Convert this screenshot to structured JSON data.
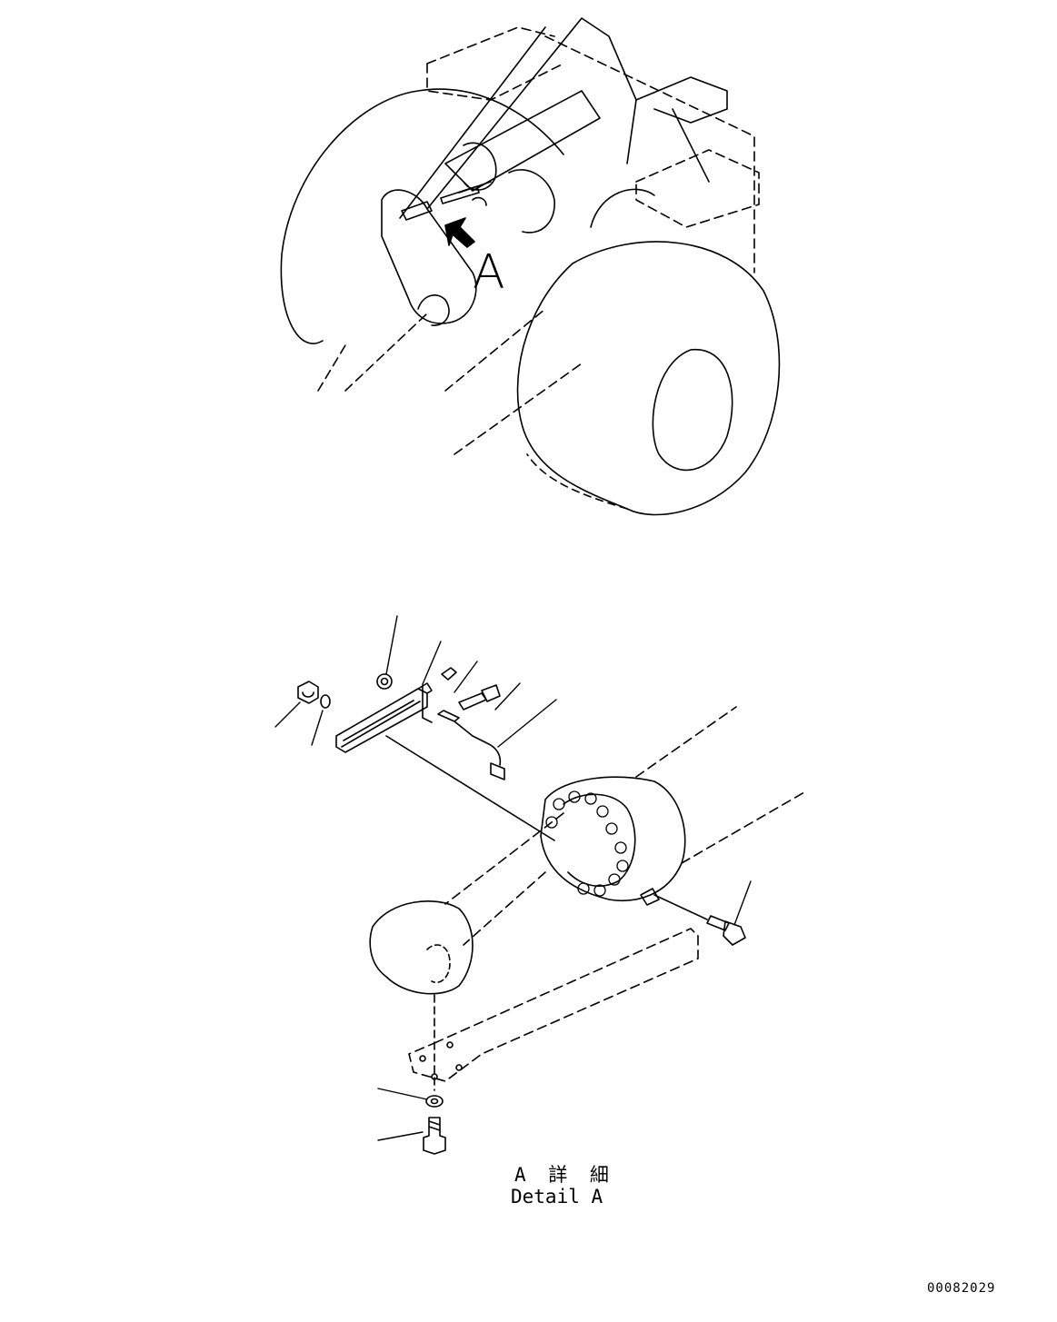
{
  "callout_label": "A",
  "detail_title_jp": "A 詳 細",
  "detail_title_en": "Detail A",
  "drawing_number": "00082029",
  "colors": {
    "line": "#000000",
    "background": "#ffffff"
  }
}
